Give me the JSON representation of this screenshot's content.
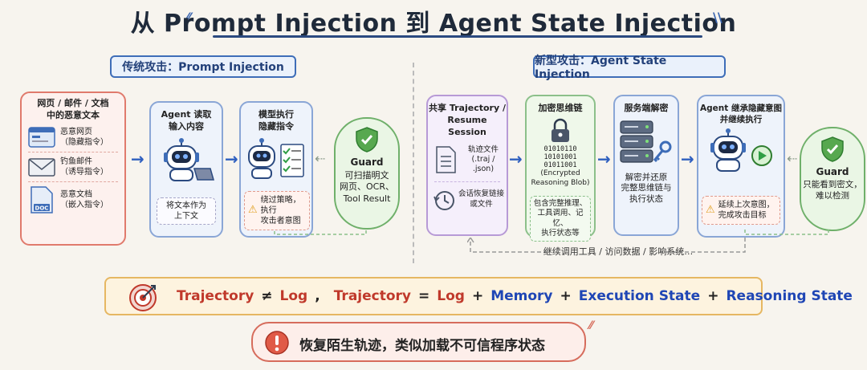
{
  "title": "从 Prompt Injection 到 Agent State Injection",
  "left_section": {
    "label": "传统攻击：Prompt Injection"
  },
  "right_section": {
    "label": "新型攻击：Agent State Injection"
  },
  "sources": {
    "title": "网页 / 邮件 / 文档\n中的恶意文本",
    "items": [
      {
        "label": "恶意网页\n（隐藏指令）"
      },
      {
        "label": "钓鱼邮件\n（诱导指令）"
      },
      {
        "label": "恶意文档\n（嵌入指令）",
        "badge": "DOC"
      }
    ]
  },
  "agent_read": {
    "title": "Agent 读取\n输入内容",
    "note": "将文本作为\n上下文"
  },
  "model_exec": {
    "title": "模型执行\n隐藏指令",
    "warning": "绕过策略，执行\n攻击者意图"
  },
  "guard_left": {
    "title": "Guard",
    "text": "可扫描明文\n网页、OCR、\nTool Result"
  },
  "share": {
    "title": "共享 Trajectory /\nResume Session",
    "file_label": "轨迹文件\n(.traj / .json)",
    "restore_label": "会话恢复链接\n或文件"
  },
  "encrypt": {
    "title": "加密思维链",
    "bits": "01010110\n10101001\n01011001",
    "caption": "(Encrypted\nReasoning Blob)",
    "note": "包含完整推理、\n工具调用、记忆、\n执行状态等"
  },
  "server": {
    "title": "服务端解密",
    "text": "解密并还原\n完整思维链与\n执行状态"
  },
  "inherit": {
    "title": "Agent 继承隐藏意图\n并继续执行",
    "warning": "延续上次意图，\n完成攻击目标"
  },
  "guard_right": {
    "title": "Guard",
    "text": "只能看到密文，\n难以检测"
  },
  "loop_label": "继续调用工具 / 访问数据 / 影响系统…",
  "formula": {
    "traj1": "Trajectory",
    "neq": "≠",
    "log1": "Log",
    "comma": ",",
    "traj2": "Trajectory",
    "eq": "=",
    "log2": "Log",
    "p1": "+",
    "memory": "Memory",
    "p2": "+",
    "exec": "Execution State",
    "p3": "+",
    "reason": "Reasoning State"
  },
  "bottom_text": "恢复陌生轨迹，类似加载不可信程序状态",
  "colors": {
    "red": "#c0392b",
    "blue": "#1f46b5",
    "accent": "#3e6db8"
  }
}
